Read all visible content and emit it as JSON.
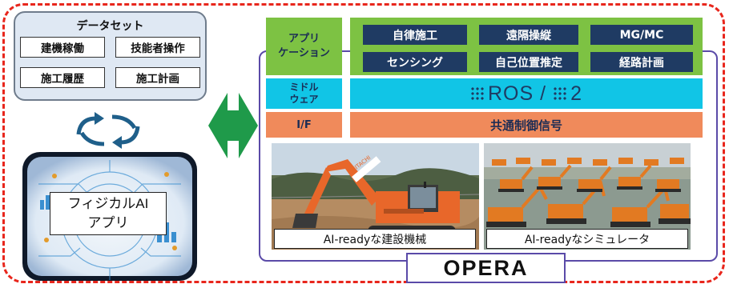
{
  "dataset": {
    "title": "データセット",
    "items": [
      "建機稼働",
      "技能者操作",
      "施工履歴",
      "施工計画"
    ]
  },
  "app": {
    "label_line1": "フィジカルAI",
    "label_line2": "アプリ"
  },
  "layers": {
    "application": {
      "label_line1": "アプリ",
      "label_line2": "ケーション",
      "items": [
        "自律施工",
        "遠隔操縦",
        "MG/MC",
        "センシング",
        "自己位置推定",
        "経路計画"
      ]
    },
    "middleware": {
      "label_line1": "ミドル",
      "label_line2": "ウェア",
      "ros_text_1": "ROS",
      "ros_sep": "/",
      "ros_text_2": "2"
    },
    "interface": {
      "label": "I/F",
      "content": "共通制御信号"
    }
  },
  "photos": {
    "real": {
      "caption": "AI-readyな建設機械",
      "brand": "HITACHI"
    },
    "sim": {
      "caption": "AI-readyなシミュレータ"
    }
  },
  "platform_name": "OPERA",
  "colors": {
    "frame_dashed": "#e8261c",
    "application_layer": "#7dc243",
    "middleware_layer": "#11c5e6",
    "interface_layer": "#f08a5b",
    "button_navy": "#1f3b63",
    "arrow_green": "#1f9a4a",
    "cycle_blue": "#1f5f8a"
  }
}
